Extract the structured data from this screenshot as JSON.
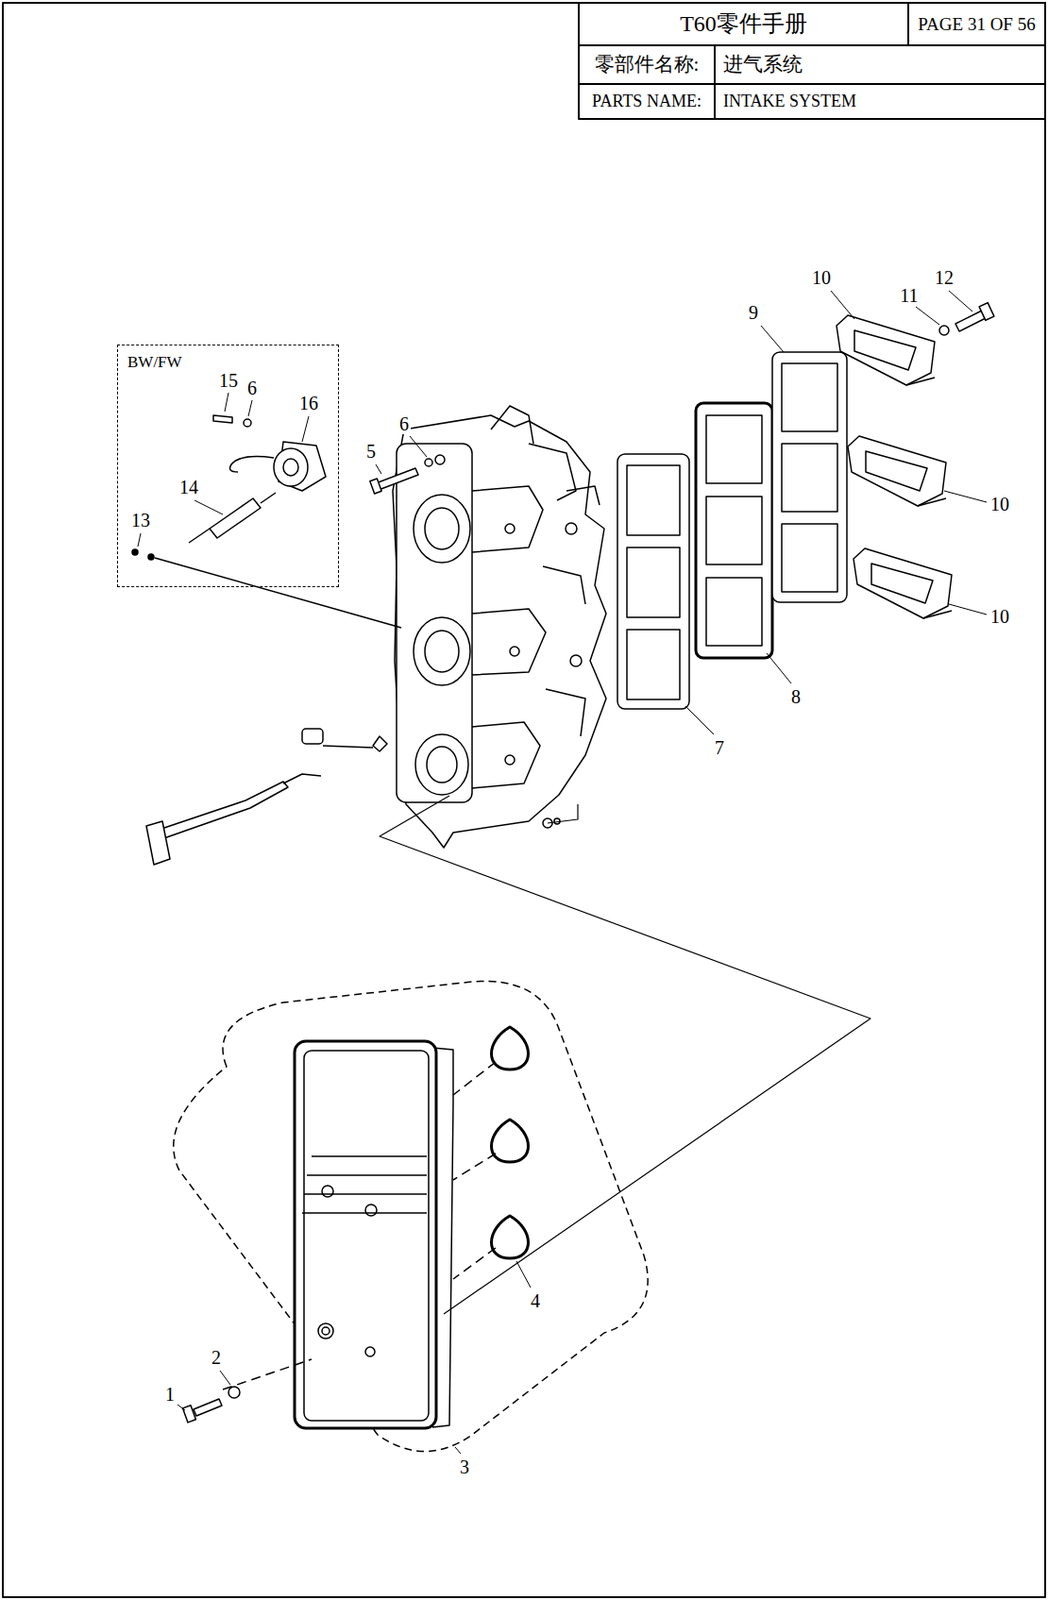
{
  "diagram": {
    "nodes": [
      {
        "text": [
          "BW/FW"
        ]
      }
    ],
    "labels": [
      "T60零件手册",
      "PAGE 31 OF 56",
      "零部件名称:",
      "进气系统",
      "PARTS NAME:",
      "INTAKE SYSTEM",
      "10",
      "12",
      "11",
      "9",
      "15",
      "6",
      "16",
      "6",
      "5",
      "10",
      "14",
      "13",
      "10",
      "8",
      "7",
      "4",
      "2",
      "1",
      "3"
    ]
  }
}
